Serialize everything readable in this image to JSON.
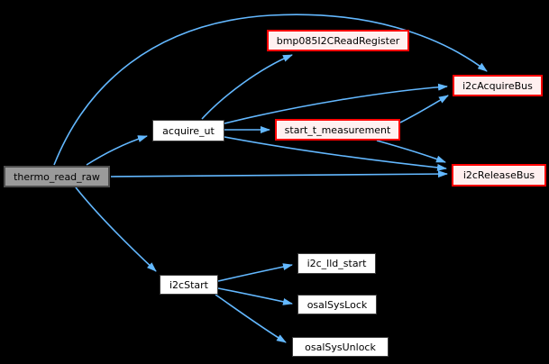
{
  "colors": {
    "background": "#000000",
    "edge": "#63b8ff",
    "node_fill": "#ffffff",
    "node_border": "#3c3c3c",
    "focus_fill": "#9a9a9a",
    "focus_border": "#4e4e4e",
    "red_fill": "#fff0f0",
    "red_border": "#ff0000",
    "text": "#000000"
  },
  "graph": {
    "kind": "call-graph",
    "nodes": [
      {
        "id": "thermo_read_raw",
        "label": "thermo_read_raw",
        "style": "gray-current"
      },
      {
        "id": "acquire_ut",
        "label": "acquire_ut",
        "style": "white"
      },
      {
        "id": "bmp085I2CReadRegister",
        "label": "bmp085I2CReadRegister",
        "style": "red-border"
      },
      {
        "id": "start_t_measurement",
        "label": "start_t_measurement",
        "style": "red-border"
      },
      {
        "id": "i2cAcquireBus",
        "label": "i2cAcquireBus",
        "style": "red-border"
      },
      {
        "id": "i2cReleaseBus",
        "label": "i2cReleaseBus",
        "style": "red-border"
      },
      {
        "id": "i2cStart",
        "label": "i2cStart",
        "style": "white"
      },
      {
        "id": "i2c_lld_start",
        "label": "i2c_lld_start",
        "style": "white"
      },
      {
        "id": "osalSysLock",
        "label": "osalSysLock",
        "style": "white"
      },
      {
        "id": "osalSysUnlock",
        "label": "osalSysUnlock",
        "style": "white"
      }
    ],
    "edges": [
      {
        "from": "thermo_read_raw",
        "to": "acquire_ut"
      },
      {
        "from": "thermo_read_raw",
        "to": "i2cAcquireBus"
      },
      {
        "from": "thermo_read_raw",
        "to": "i2cReleaseBus"
      },
      {
        "from": "thermo_read_raw",
        "to": "i2cStart"
      },
      {
        "from": "acquire_ut",
        "to": "bmp085I2CReadRegister"
      },
      {
        "from": "acquire_ut",
        "to": "i2cAcquireBus"
      },
      {
        "from": "acquire_ut",
        "to": "start_t_measurement"
      },
      {
        "from": "acquire_ut",
        "to": "i2cReleaseBus"
      },
      {
        "from": "start_t_measurement",
        "to": "i2cAcquireBus"
      },
      {
        "from": "start_t_measurement",
        "to": "i2cReleaseBus"
      },
      {
        "from": "i2cStart",
        "to": "i2c_lld_start"
      },
      {
        "from": "i2cStart",
        "to": "osalSysLock"
      },
      {
        "from": "i2cStart",
        "to": "osalSysUnlock"
      }
    ]
  }
}
